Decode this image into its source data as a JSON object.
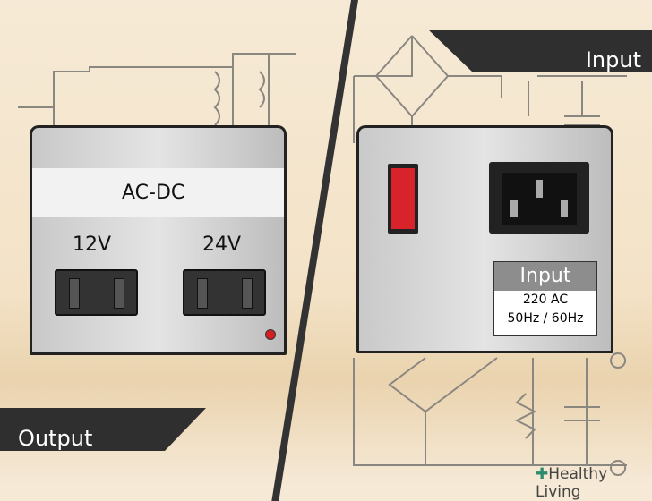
{
  "left_device": {
    "title": "AC-DC",
    "ports": [
      {
        "label": "12V"
      },
      {
        "label": "24V"
      }
    ]
  },
  "right_device": {
    "label_title": "Input",
    "label_lines": [
      "220 AC",
      "50Hz / 60Hz"
    ]
  },
  "banners": {
    "output": "Output",
    "input": "Input"
  },
  "watermark": "Healthy Living",
  "colors": {
    "switch": "#d8232a",
    "led": "#d42020",
    "banner": "#2f2f2f"
  }
}
